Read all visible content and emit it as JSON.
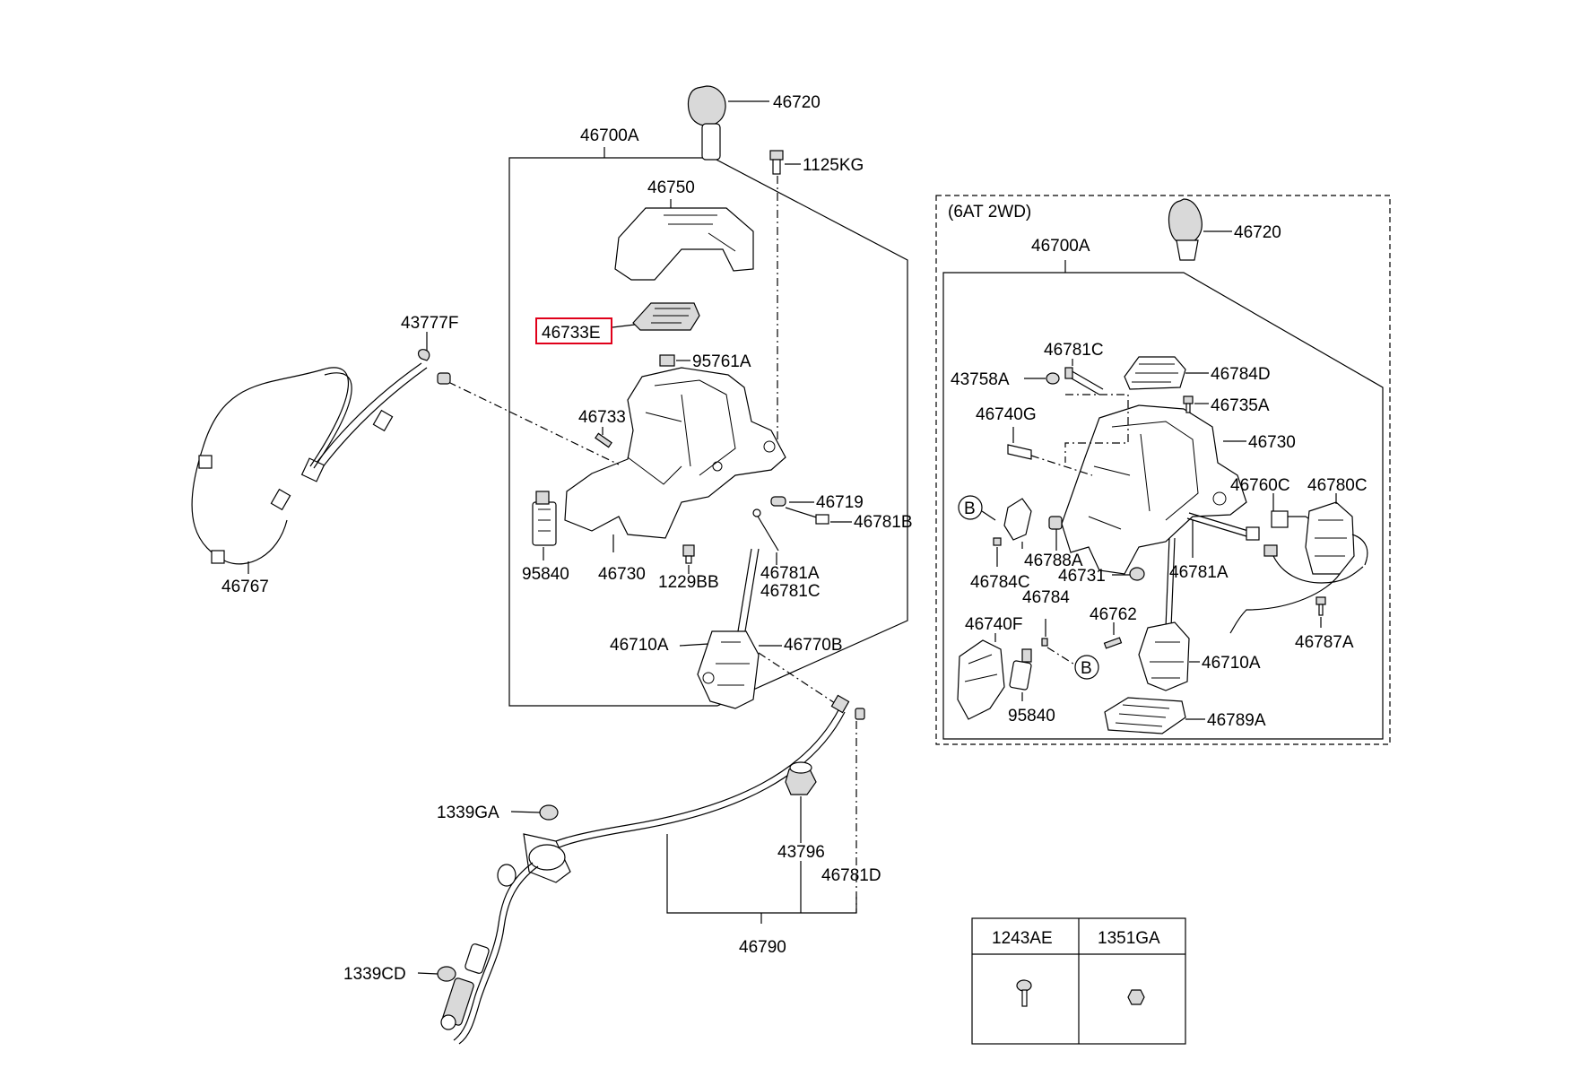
{
  "variant_label": "(6AT 2WD)",
  "highlight_color": "#e0001a",
  "left_labels": {
    "knob": "46720",
    "assembly": "46700A",
    "bolt_1125kg": "1125KG",
    "cover_upper": "46750",
    "indicator": "46733E",
    "clip": "95761A",
    "pin": "46733",
    "ring": "46719",
    "pin_b": "46781B",
    "bracket": "46730",
    "solenoid": "95840",
    "bolt_1229bb": "1229BB",
    "pin_a": "46781A",
    "pin_c": "46781C",
    "lever": "46710A",
    "lever_b": "46770B",
    "cable_clip": "43777F",
    "wire": "46767",
    "nut_ga": "1339GA",
    "nut_cd": "1339CD",
    "grommet": "43796",
    "pin_d": "46781D",
    "cable": "46790"
  },
  "right_labels": {
    "knob": "46720",
    "assembly": "46700A",
    "pin_c": "46781C",
    "indicator": "46784D",
    "washer": "43758A",
    "screw": "46735A",
    "spring": "46740G",
    "bracket": "46730",
    "unit_c": "46760C",
    "unit_780c": "46780C",
    "ref_b1": "B",
    "bushing": "46788A",
    "screw_c": "46784C",
    "bushing_731": "46731",
    "pin_a": "46781A",
    "pin_784": "46784",
    "cover_f": "46740F",
    "pin_762": "46762",
    "screw_a": "46787A",
    "ref_b2": "B",
    "lever": "46710A",
    "solenoid": "95840",
    "plate": "46789A"
  },
  "fastener_table": {
    "headers": [
      "1243AE",
      "1351GA"
    ],
    "icons": [
      "screw-icon",
      "nut-icon"
    ]
  }
}
